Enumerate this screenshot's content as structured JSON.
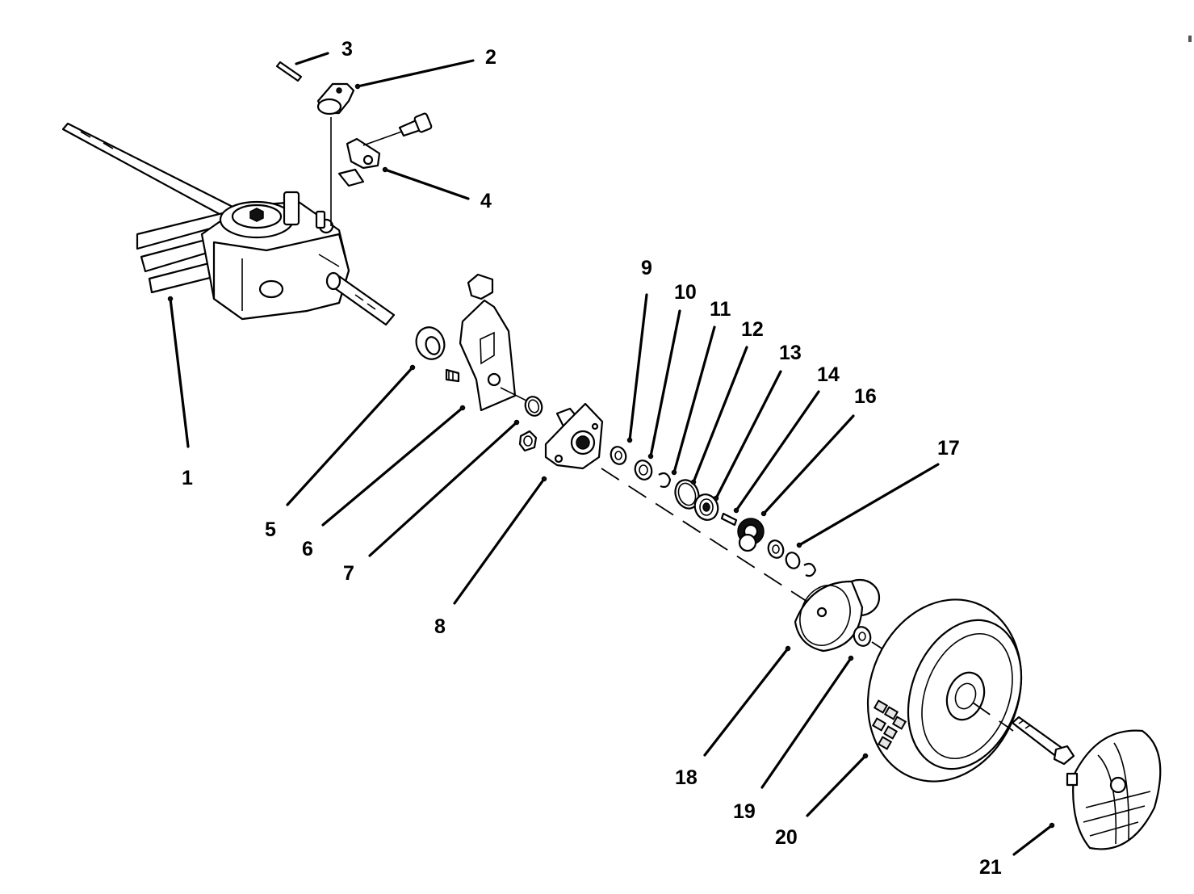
{
  "callouts": [
    {
      "label": "1"
    },
    {
      "label": "2"
    },
    {
      "label": "3"
    },
    {
      "label": "4"
    },
    {
      "label": "5"
    },
    {
      "label": "6"
    },
    {
      "label": "7"
    },
    {
      "label": "8"
    },
    {
      "label": "9"
    },
    {
      "label": "10"
    },
    {
      "label": "11"
    },
    {
      "label": "12"
    },
    {
      "label": "13"
    },
    {
      "label": "14"
    },
    {
      "label": "16"
    },
    {
      "label": "17"
    },
    {
      "label": "18"
    },
    {
      "label": "19"
    },
    {
      "label": "20"
    },
    {
      "label": "21"
    }
  ]
}
